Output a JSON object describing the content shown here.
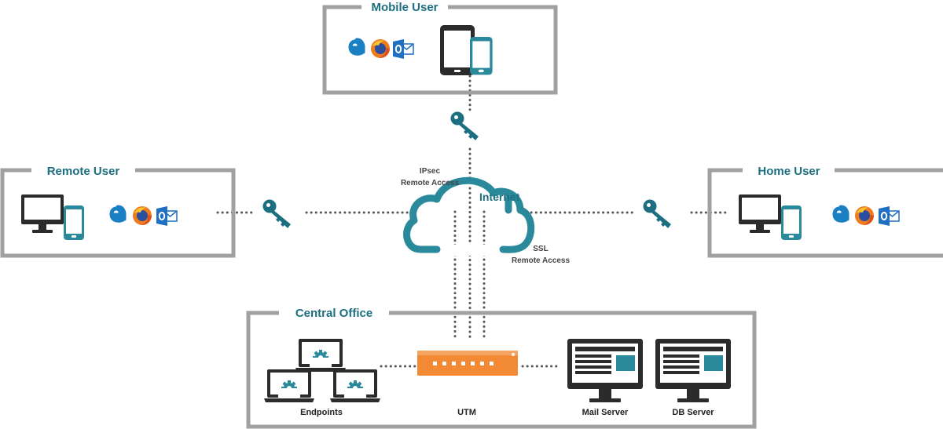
{
  "colors": {
    "teal": "#1c6f80",
    "teal_device": "#2a8a9b",
    "dark": "#2b2b2b",
    "frame": "#a0a0a0",
    "utm_orange": "#f28a35",
    "edge_blue": "#1a7fc3",
    "firefox_orange": "#f07a1c",
    "outlook_blue": "#1f6fc2"
  },
  "mobile_user": {
    "title": "Mobile User"
  },
  "remote_user": {
    "title": "Remote User"
  },
  "home_user": {
    "title": "Home User"
  },
  "central_office": {
    "title": "Central Office",
    "endpoints_label": "Endpoints",
    "utm_label": "UTM",
    "mail_server_label": "Mail Server",
    "db_server_label": "DB Server"
  },
  "internet": {
    "label": "Internet",
    "ipsec_line1": "IPsec",
    "ipsec_line2": "Remote Access",
    "ssl_line1": "SSL",
    "ssl_line2": "Remote Access"
  },
  "icons": [
    "edge-icon",
    "firefox-icon",
    "outlook-icon",
    "key-icon",
    "monitor-icon",
    "tablet-icon",
    "laptop-icon",
    "server-icon",
    "cloud-icon"
  ]
}
